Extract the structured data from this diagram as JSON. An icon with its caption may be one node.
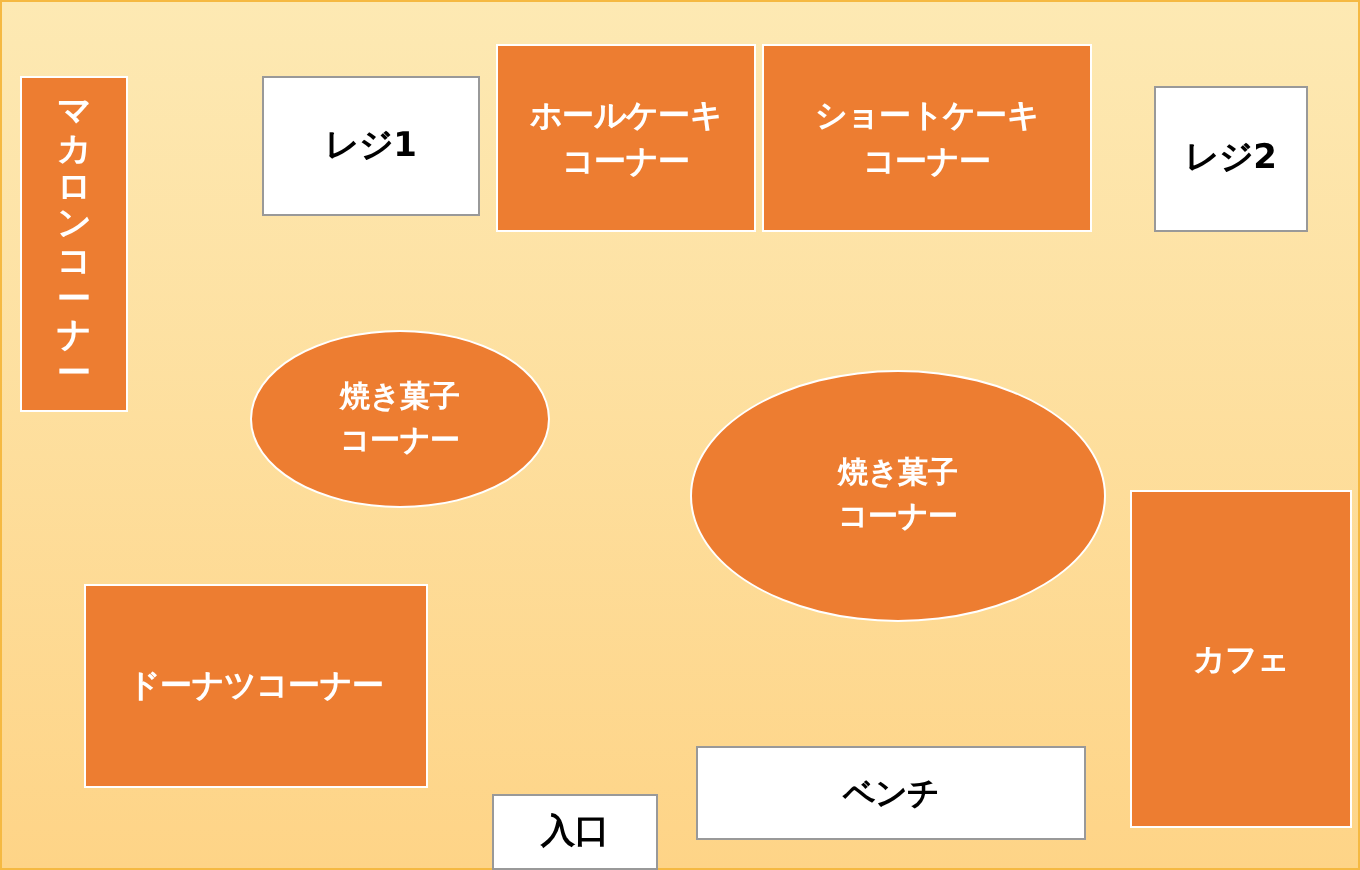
{
  "diagram": {
    "nodes": [
      {
        "text": [
          "マカロンコーナー"
        ]
      },
      {
        "text": [
          "レジ1"
        ]
      },
      {
        "text": [
          "ホールケーキコーナー"
        ]
      },
      {
        "text": [
          "ショートケーキコーナー"
        ]
      },
      {
        "text": [
          "レジ2"
        ]
      },
      {
        "text": [
          "焼き菓子コーナー"
        ]
      },
      {
        "text": [
          "焼き菓子コーナー"
        ]
      },
      {
        "text": [
          "カフェ"
        ]
      },
      {
        "text": [
          "ドーナツコーナー"
        ]
      },
      {
        "text": [
          "ベンチ"
        ]
      },
      {
        "text": [
          "入口"
        ]
      }
    ]
  }
}
